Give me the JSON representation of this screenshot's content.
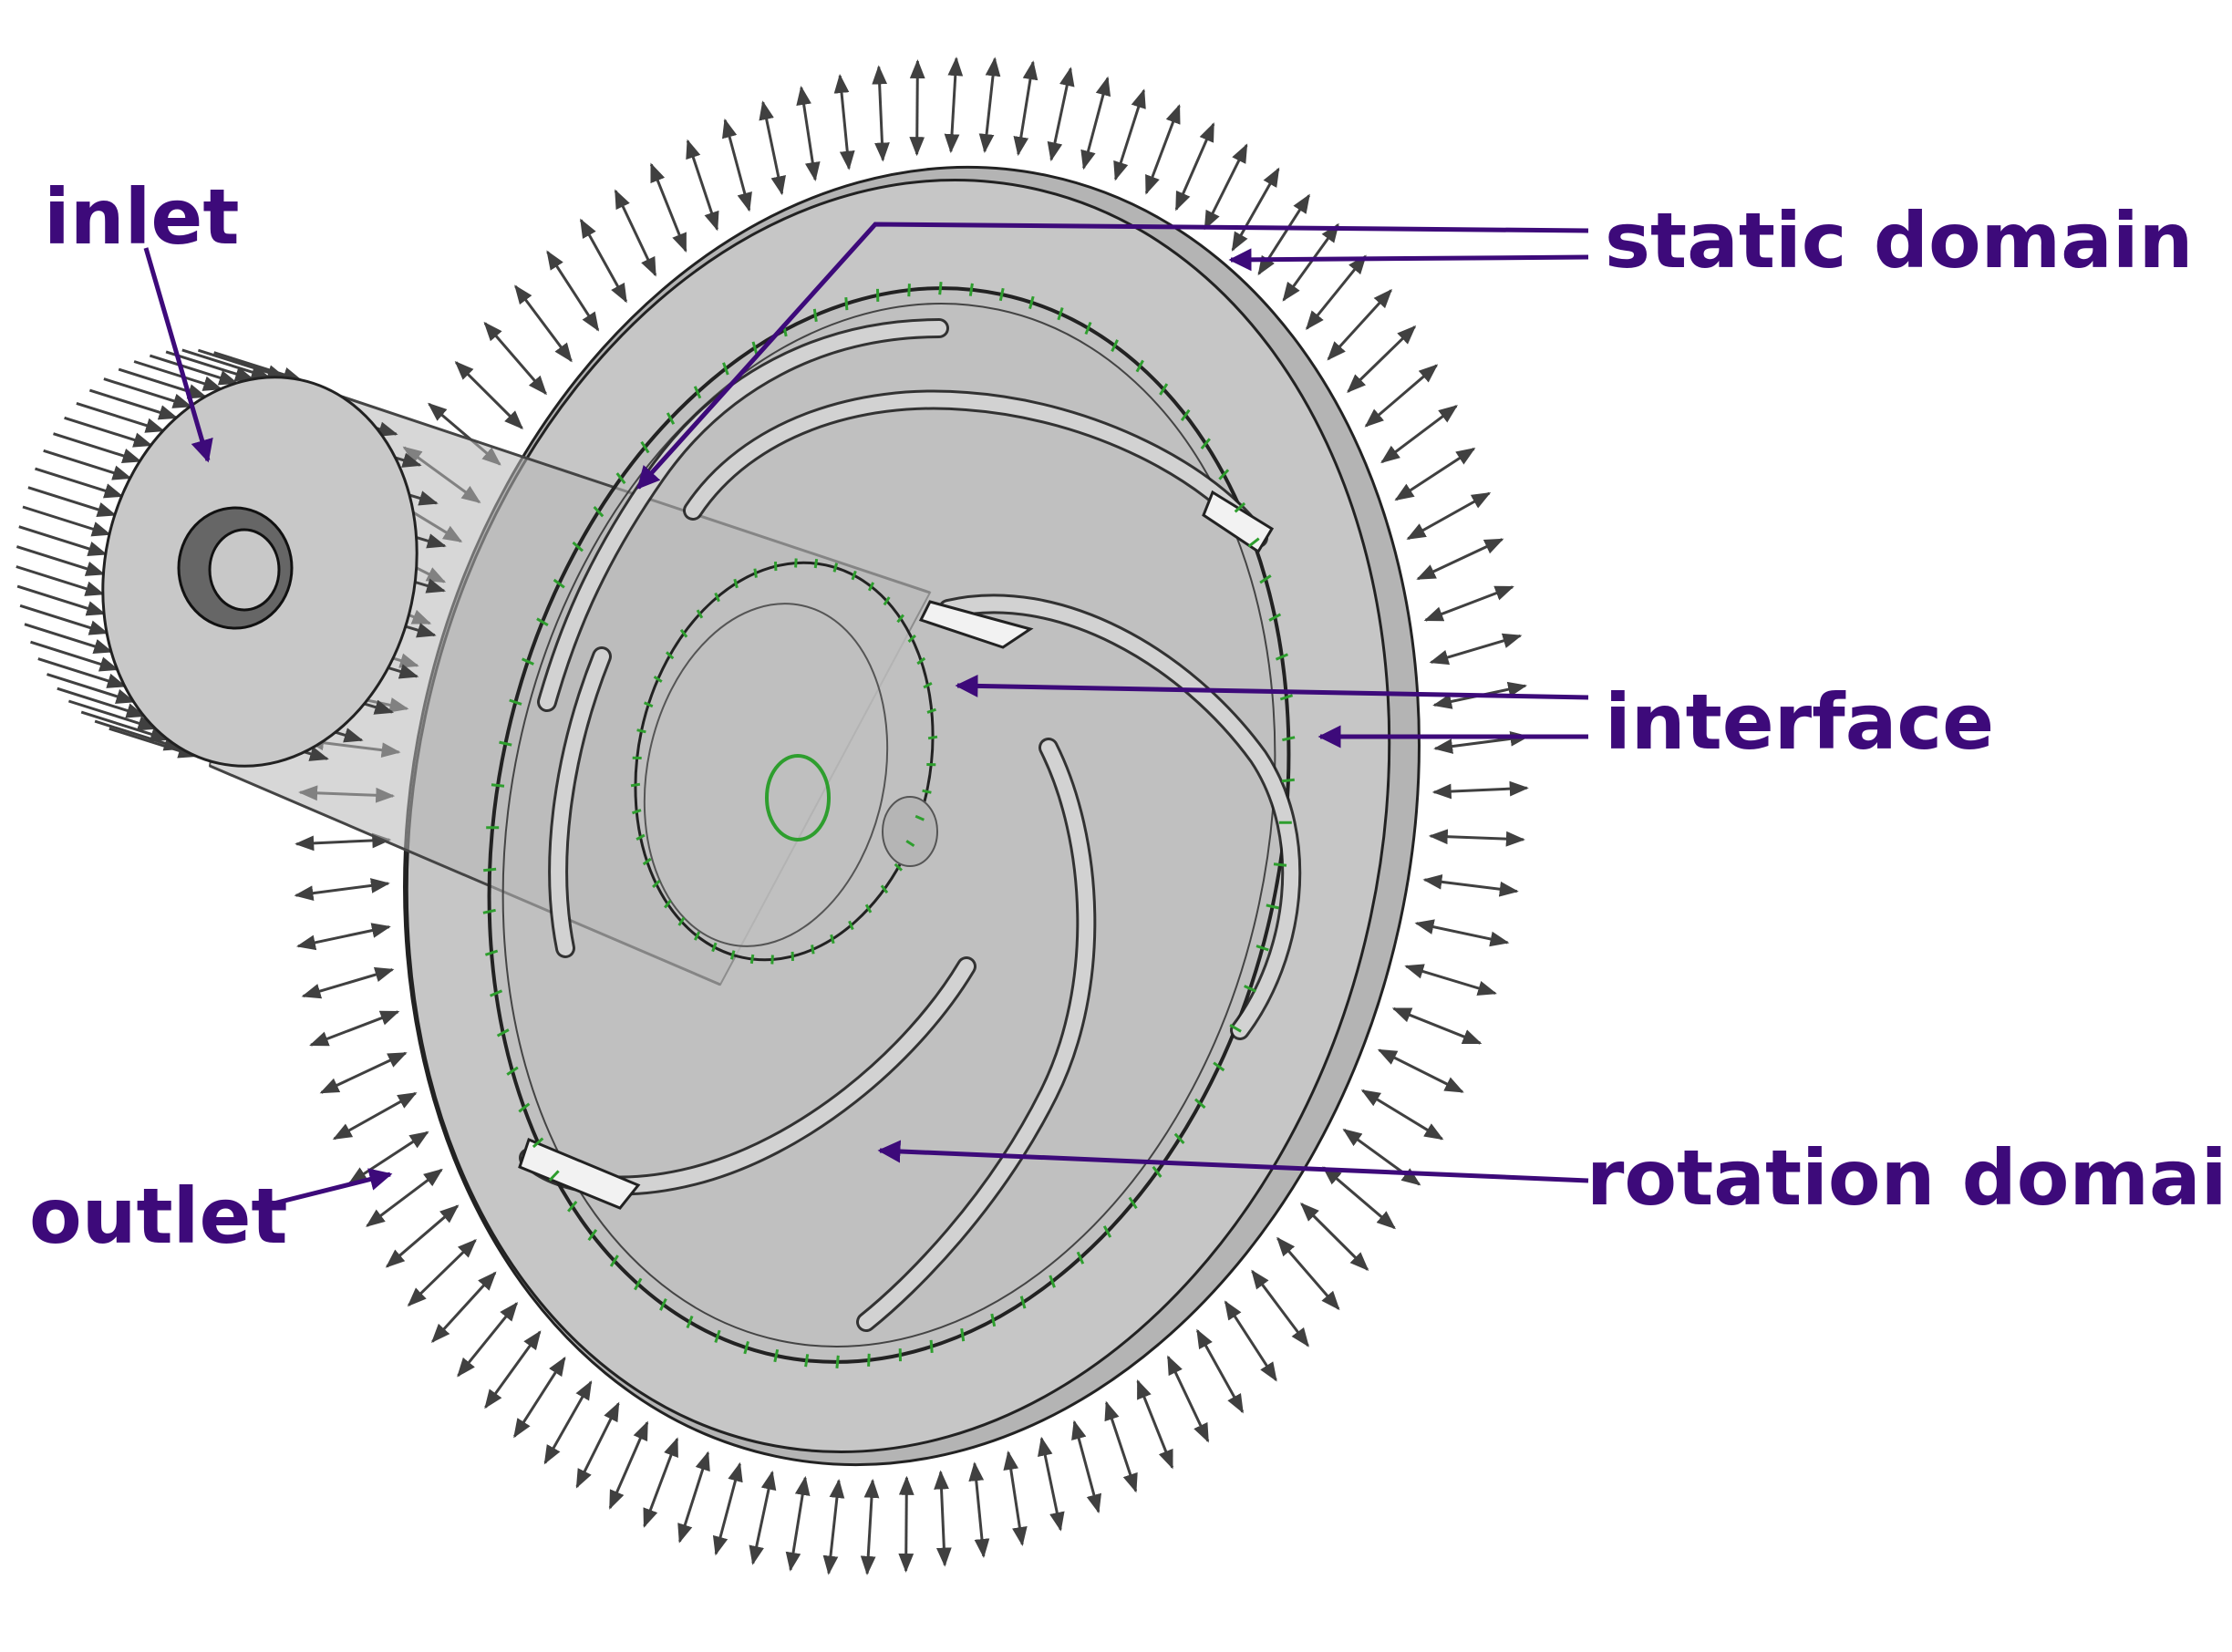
{
  "labels": {
    "inlet": "inlet",
    "outlet": "outlet",
    "static_domain": "static domain",
    "interface": "interface",
    "rotation_domain": "rotation domain"
  },
  "colors": {
    "label": "#3d0a7a",
    "leader": "#3d0a7a",
    "body_fill": "#c4c4c4",
    "body_stroke": "#222222",
    "boundary_arrow": "#404040",
    "interface_mark": "#2e9e2e",
    "background": "#ffffff"
  },
  "icons": {
    "boundary_vector": "arrow-icon",
    "leader_head": "arrow-icon"
  }
}
